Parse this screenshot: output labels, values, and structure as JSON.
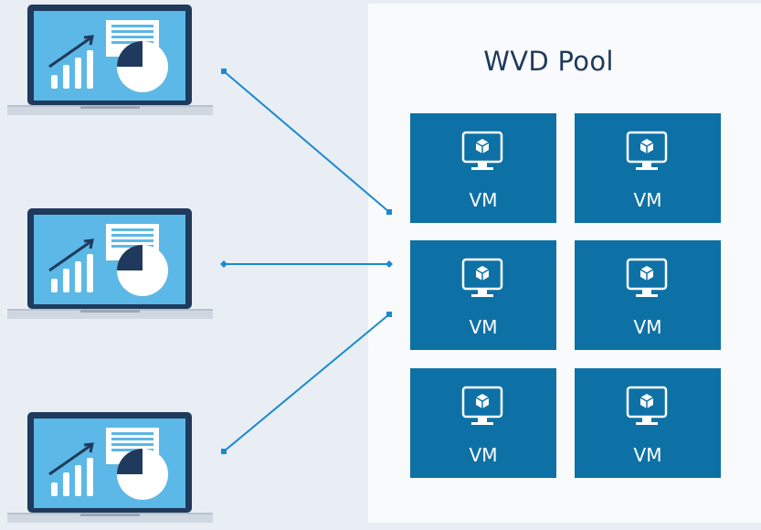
{
  "pool": {
    "title": "WVD Pool"
  },
  "vms": [
    {
      "label": "VM"
    },
    {
      "label": "VM"
    },
    {
      "label": "VM"
    },
    {
      "label": "VM"
    },
    {
      "label": "VM"
    },
    {
      "label": "VM"
    }
  ],
  "clients": [
    {
      "icon": "laptop-dashboard-icon"
    },
    {
      "icon": "laptop-dashboard-icon"
    },
    {
      "icon": "laptop-dashboard-icon"
    }
  ],
  "colors": {
    "background": "#e9eef5",
    "panel": "#f9fafc",
    "vm_tile": "#0e71a6",
    "connector": "#1a8ad0",
    "laptop_frame": "#1f3a5c",
    "laptop_screen": "#5cb8e6",
    "title_text": "#1f3a5c"
  }
}
